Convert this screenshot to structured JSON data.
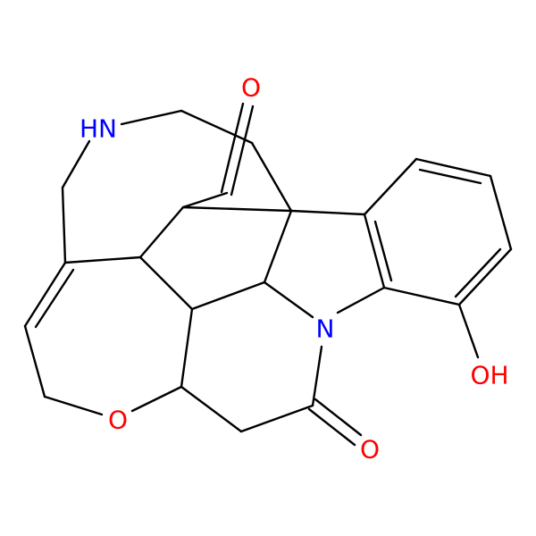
{
  "molecule": {
    "colors": {
      "bond": "#000000",
      "oxygen": "#ff0000",
      "nitrogen": "#0000ff",
      "background": "#ffffff"
    },
    "labels": {
      "carbonyl_oxygen_top": "O",
      "amine_nh": "HN",
      "ring_nitrogen": "N",
      "hydroxyl": "OH",
      "ether_oxygen": "O",
      "carbonyl_oxygen_bottom": "O"
    }
  }
}
